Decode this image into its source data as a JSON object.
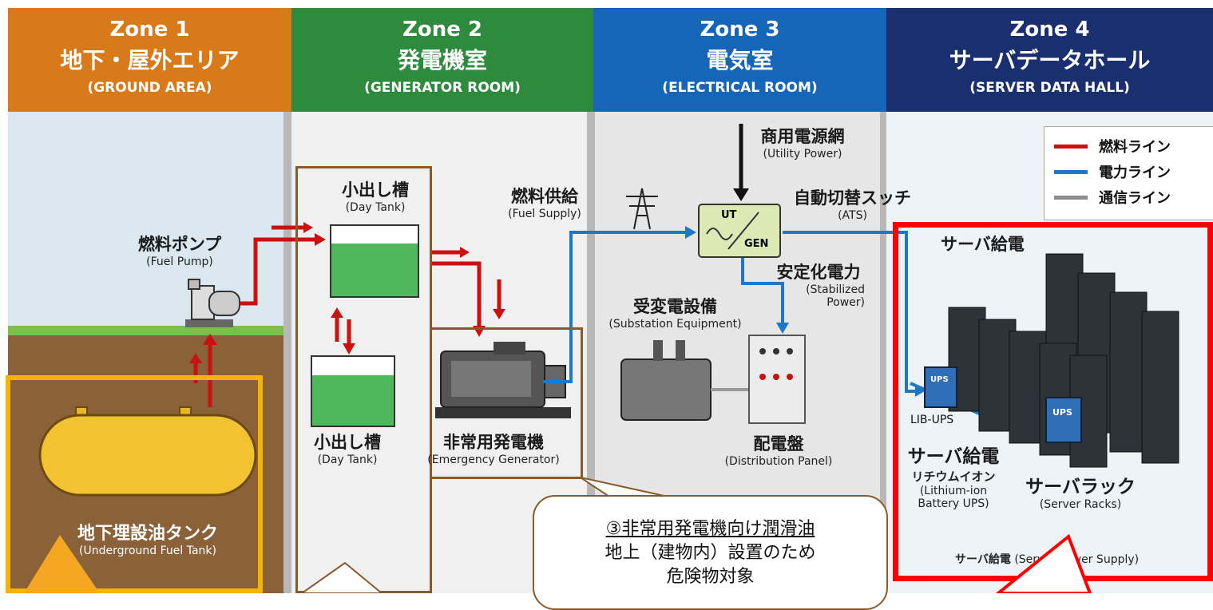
{
  "zones": [
    {
      "num": "Zone 1",
      "jp": "地下・屋外エリア",
      "en": "(GROUND AREA)",
      "color": "#D97A1A"
    },
    {
      "num": "Zone 2",
      "jp": "発電機室",
      "en": "(GENERATOR ROOM)",
      "color": "#2E8B3E"
    },
    {
      "num": "Zone 3",
      "jp": "電気室",
      "en": "(ELECTRICAL ROOM)",
      "color": "#1565B8"
    },
    {
      "num": "Zone 4",
      "jp": "サーバデータホール",
      "en": "(SERVER DATA HALL)",
      "color": "#1A2F6E"
    }
  ],
  "legend": [
    {
      "label": "燃料ライン",
      "color": "#CC1111"
    },
    {
      "label": "電力ライン",
      "color": "#1E78C8"
    },
    {
      "label": "通信ライン",
      "color": "#8C8C8C"
    }
  ],
  "labels": {
    "fuel_pump_jp": "燃料ポンプ",
    "fuel_pump_en": "(Fuel Pump)",
    "ug_tank_jp": "地下埋設油タンク",
    "ug_tank_en": "(Underground Fuel Tank)",
    "day_tank_top_jp": "小出し槽",
    "day_tank_top_en": "(Day Tank)",
    "day_tank_bot_jp": "小出し槽",
    "day_tank_bot_en": "(Day Tank)",
    "fuel_supply_jp": "燃料供給",
    "fuel_supply_en": "(Fuel Supply)",
    "gen_jp": "非常用発電機",
    "gen_en": "(Emergency Generator)",
    "utility_jp": "商用電源網",
    "utility_en": "(Utility Power)",
    "ats_jp": "自動切替スッチ",
    "ats_en": "(ATS)",
    "ats_ut": "UT",
    "ats_gen": "GEN",
    "stab_jp": "安定化電力",
    "stab_en1": "(Stabilized",
    "stab_en2": "Power)",
    "sub_jp": "受変電設備",
    "sub_en": "(Substation Equipment)",
    "panel_jp": "配電盤",
    "panel_en": "(Distribution Panel)",
    "server_power_top": "サーバ給電",
    "lib_ups": "LIB-UPS",
    "ups_badge": "UPS",
    "server_power_mid": "サーバ給電",
    "li_jp": "リチウムイオン",
    "li_en1": "(Lithium-ion",
    "li_en2": "Battery UPS)",
    "racks_jp": "サーバラック",
    "racks_en": "(Server Racks)",
    "sps_jp": "サーバ給電",
    "sps_en": "(Server Power Supply)"
  },
  "callout": {
    "line1": "③非常用発電機向け潤滑油",
    "line2": "地上（建物内）設置のため",
    "line3": "危険物対象"
  }
}
